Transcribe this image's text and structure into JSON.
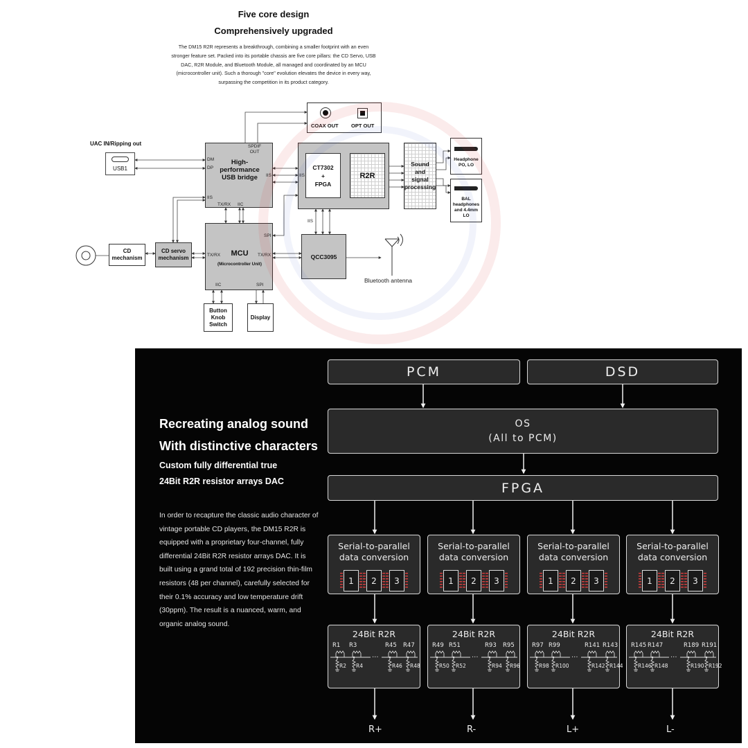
{
  "header": {
    "title1": "Five core design",
    "title2": "Comprehensively upgraded",
    "intro": "The DM15 R2R represents a breakthrough, combining a smaller footprint with an even stronger feature set. Packed into its portable chassis are five core pillars: the CD Servo, USB DAC, R2R Module, and Bluetooth Module, all managed and coordinated by an MCU (microcontroller unit). Such a thorough \"core\" evolution elevates the device in every way, surpassing the competition in its product category."
  },
  "block_diagram": {
    "uac_label": "UAC IN/Ripping out",
    "usb1": "USB1",
    "usb_bridge": [
      "High-",
      "performance",
      "USB bridge"
    ],
    "spdif_out": [
      "SPDIF",
      "OUT"
    ],
    "coax_out": "COAX OUT",
    "opt_out": "OPT OUT",
    "ct7302": [
      "CT7302",
      "+",
      "FPGA"
    ],
    "r2r": "R2R",
    "sound_processing": [
      "Sound",
      "and",
      "signal",
      "processing"
    ],
    "headphone": [
      "Headphone",
      "PO, LO"
    ],
    "bal": [
      "BAL",
      "headphones",
      "and 4.4mm",
      "LO"
    ],
    "mcu": "MCU",
    "mcu_sub": "(Microcontroller Unit)",
    "cd_mechanism": [
      "CD",
      "mechanism"
    ],
    "cd_servo": [
      "CD servo",
      "mechanism"
    ],
    "qcc": "QCC3095",
    "bt_antenna": "Bluetooth antenna",
    "button": [
      "Button",
      "Knob",
      "Switch"
    ],
    "display": "Display",
    "pins": {
      "dm": "DM",
      "dp": "DP",
      "iis": "IIS",
      "txrx": "TX/RX",
      "iic": "IIC",
      "spi": "SPI"
    }
  },
  "lower": {
    "heading1": "Recreating analog sound",
    "heading2": "With distinctive characters",
    "sub1": "Custom fully differential true",
    "sub2": "24Bit R2R resistor arrays DAC",
    "body": "In order to recapture the classic audio character of vintage portable CD players, the DM15 R2R is equipped with a proprietary four-channel, fully differential 24Bit R2R resistor arrays DAC. It is built using a grand total of 192 precision thin-film resistors (48 per channel), carefully selected for their 0.1% accuracy and low temperature drift (30ppm). The result is a nuanced, warm, and organic analog sound.",
    "pcm": "PCM",
    "dsd": "DSD",
    "os_line1": "OS",
    "os_line2": "(All to PCM)",
    "fpga": "FPGA",
    "conv_line1": "Serial-to-parallel",
    "conv_line2": "data conversion",
    "chips": [
      "1",
      "2",
      "3"
    ],
    "r2r_title": "24Bit R2R",
    "channels": [
      {
        "output": "R+",
        "top": [
          "R1",
          "R3",
          "R45",
          "R47"
        ],
        "bottom": [
          "R2",
          "R4",
          "R46",
          "R48"
        ]
      },
      {
        "output": "R-",
        "top": [
          "R49",
          "R51",
          "R93",
          "R95"
        ],
        "bottom": [
          "R50",
          "R52",
          "R94",
          "R96"
        ]
      },
      {
        "output": "L+",
        "top": [
          "R97",
          "R99",
          "R141",
          "R143"
        ],
        "bottom": [
          "R98",
          "R100",
          "R142",
          "R144"
        ]
      },
      {
        "output": "L-",
        "top": [
          "R145",
          "R147",
          "R189",
          "R191"
        ],
        "bottom": [
          "R146",
          "R148",
          "R190",
          "R192"
        ]
      }
    ]
  },
  "colors": {
    "accent_red": "#d43c3c",
    "box_fill": "#2a2a2a",
    "dark_bg": "#050505",
    "block_gray": "#c4c4c4"
  },
  "icons": [
    "usb-c-icon",
    "coax-jack-icon",
    "optical-port-icon",
    "headphone-plug-icon",
    "cd-disc-icon",
    "antenna-icon",
    "resistor-icon"
  ]
}
